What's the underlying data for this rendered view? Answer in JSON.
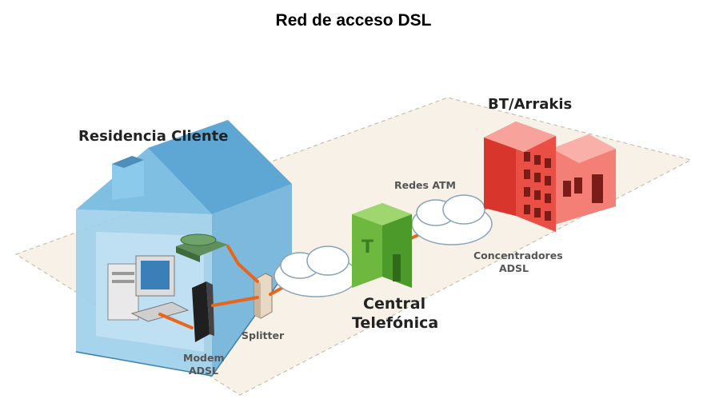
{
  "title": "Red de acceso DSL",
  "labels": {
    "residence": "Residencia Cliente",
    "provider": "BT/Arrakis",
    "atm": "Redes ATM",
    "concentrators_line1": "Concentradores",
    "concentrators_line2": "ADSL",
    "central_line1": "Central",
    "central_line2": "Telefónica",
    "splitter": "Splitter",
    "modem_line1": "Modem",
    "modem_line2": "ADSL"
  },
  "colors": {
    "house": "#8ec7e6",
    "exchange": "#7cc24a",
    "building": "#e8453c",
    "line": "#e8651a",
    "ground": "#f7f1e8"
  }
}
